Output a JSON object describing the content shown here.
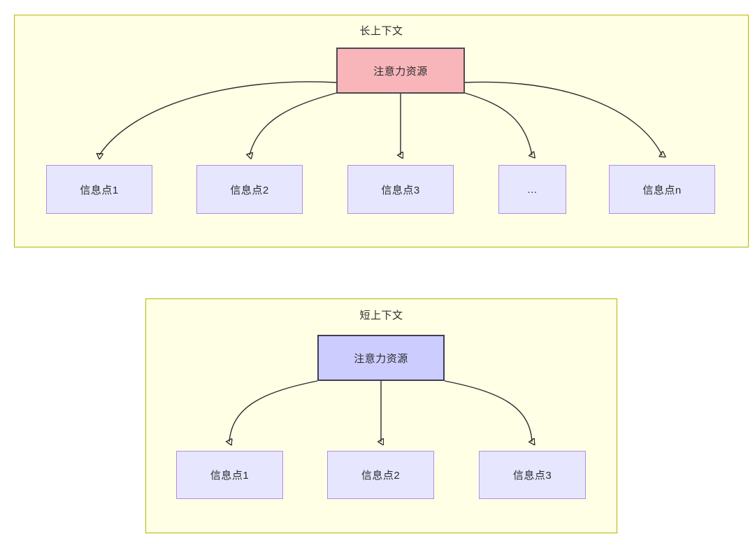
{
  "diagram": {
    "title_hidden": "",
    "background_color": "#ffffff",
    "groups": [
      {
        "id": "long-context",
        "label": "长上下文",
        "fill": "#ffffe6",
        "stroke": "#b5b500",
        "root": {
          "label": "注意力资源",
          "fill": "#f8b6bb",
          "stroke": "#4b4b4b"
        },
        "children": [
          {
            "label": "信息点1",
            "fill": "#e6e6ff",
            "stroke": "#b28fe0"
          },
          {
            "label": "信息点2",
            "fill": "#e6e6ff",
            "stroke": "#b28fe0"
          },
          {
            "label": "信息点3",
            "fill": "#e6e6ff",
            "stroke": "#b28fe0"
          },
          {
            "label": "...",
            "fill": "#e6e6ff",
            "stroke": "#b28fe0"
          },
          {
            "label": "信息点n",
            "fill": "#e6e6ff",
            "stroke": "#b28fe0"
          }
        ]
      },
      {
        "id": "short-context",
        "label": "短上下文",
        "fill": "#ffffe6",
        "stroke": "#b5b500",
        "root": {
          "label": "注意力资源",
          "fill": "#ccccff",
          "stroke": "#3d3d55"
        },
        "children": [
          {
            "label": "信息点1",
            "fill": "#e6e6ff",
            "stroke": "#b28fe0"
          },
          {
            "label": "信息点2",
            "fill": "#e6e6ff",
            "stroke": "#b28fe0"
          },
          {
            "label": "信息点3",
            "fill": "#e6e6ff",
            "stroke": "#b28fe0"
          }
        ]
      }
    ]
  }
}
